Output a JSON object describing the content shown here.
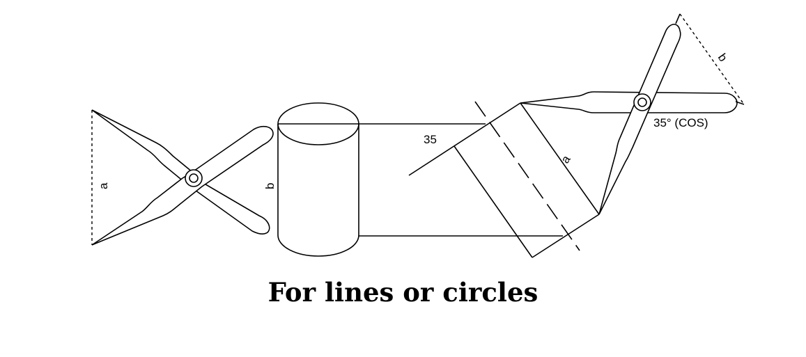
{
  "caption": "For lines or circles",
  "labels": {
    "a_left": "a",
    "b_cylinder": "b",
    "angle": "35",
    "a_right": "a",
    "b_right": "b",
    "angle_cos": "35° (COS)"
  }
}
